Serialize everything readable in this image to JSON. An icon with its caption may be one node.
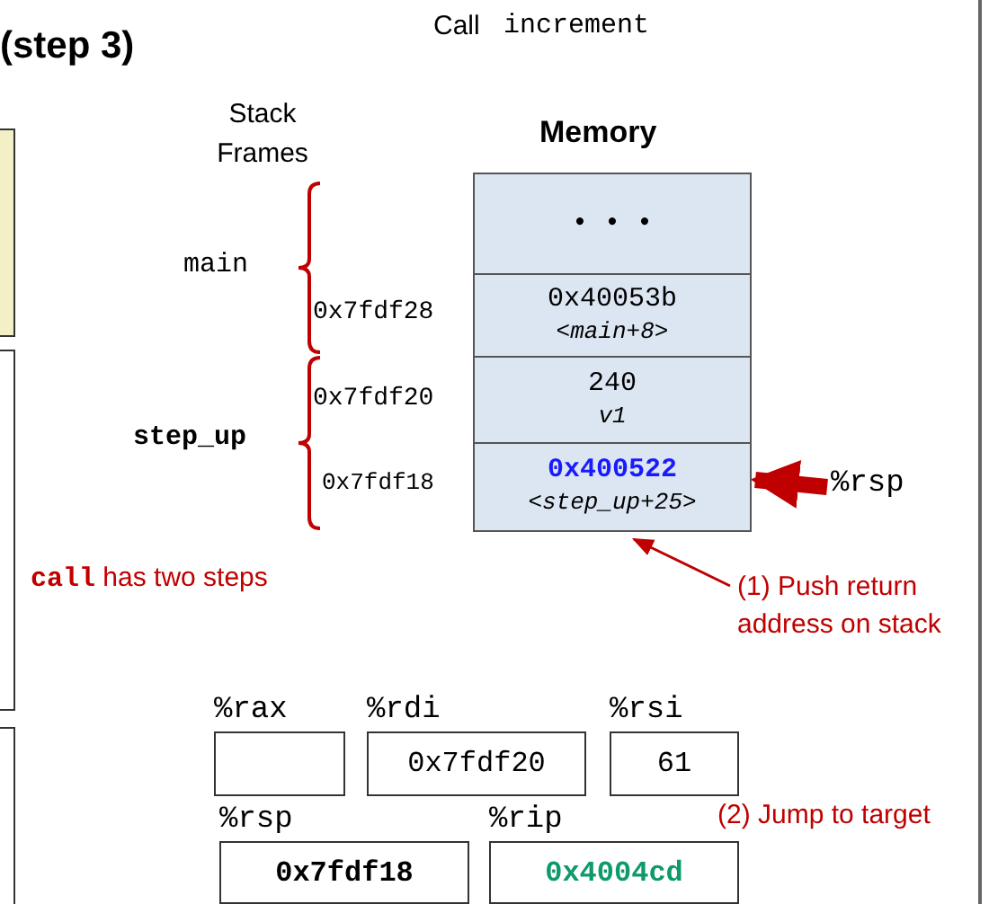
{
  "diagram": {
    "title": "(step 3)",
    "nodes": [
      {
        "text": [
          "• • •"
        ]
      },
      {
        "text": [
          "0x40053b",
          "<main+8>"
        ]
      },
      {
        "text": [
          "240",
          "v1"
        ]
      },
      {
        "text": [
          "0x400522",
          "<step_up+25>"
        ]
      },
      {
        "text": [
          "%rsp"
        ]
      },
      {
        "text": [
          "(1) Push return address on stack"
        ]
      },
      {
        "text": [
          "%rax"
        ]
      },
      {
        "text": [
          "%rdi",
          "0x7fdf20"
        ]
      },
      {
        "text": [
          "%rsi",
          "61"
        ]
      },
      {
        "text": [
          "%rsp",
          "0x7fdf18"
        ]
      },
      {
        "text": [
          "%rip",
          "0x4004cd"
        ]
      }
    ],
    "edges": [
      {
        "from": 4,
        "to": 3,
        "arrow": "to",
        "style": "thick"
      },
      {
        "from": 5,
        "to": 3,
        "arrow": "to"
      }
    ],
    "labels": [
      "Call",
      "increment",
      "Stack Frames",
      "Memory",
      "main",
      "0x7fdf28",
      "0x7fdf20",
      "step_up",
      "0x7fdf18",
      "**call** has two steps",
      "(2) Jump to target"
    ]
  }
}
